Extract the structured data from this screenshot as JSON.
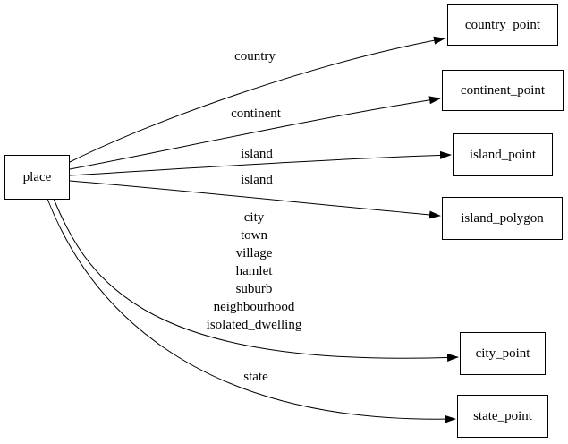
{
  "diagram": {
    "type": "directed-graph",
    "colors": {
      "background": "#ffffff",
      "node_border": "#000000",
      "node_fill": "#ffffff",
      "edge_stroke": "#000000",
      "text": "#000000"
    },
    "nodes": [
      {
        "id": "place",
        "label": "place"
      },
      {
        "id": "country_point",
        "label": "country_point"
      },
      {
        "id": "continent_point",
        "label": "continent_point"
      },
      {
        "id": "island_point",
        "label": "island_point"
      },
      {
        "id": "island_polygon",
        "label": "island_polygon"
      },
      {
        "id": "city_point",
        "label": "city_point"
      },
      {
        "id": "state_point",
        "label": "state_point"
      }
    ],
    "edges": [
      {
        "from": "place",
        "to": "country_point",
        "label": "country"
      },
      {
        "from": "place",
        "to": "continent_point",
        "label": "continent"
      },
      {
        "from": "place",
        "to": "island_point",
        "label": "island"
      },
      {
        "from": "place",
        "to": "island_polygon",
        "label": "island"
      },
      {
        "from": "place",
        "to": "city_point",
        "label": "city\ntown\nvillage\nhamlet\nsuburb\nneighbourhood\nisolated_dwelling"
      },
      {
        "from": "place",
        "to": "state_point",
        "label": "state"
      }
    ]
  }
}
